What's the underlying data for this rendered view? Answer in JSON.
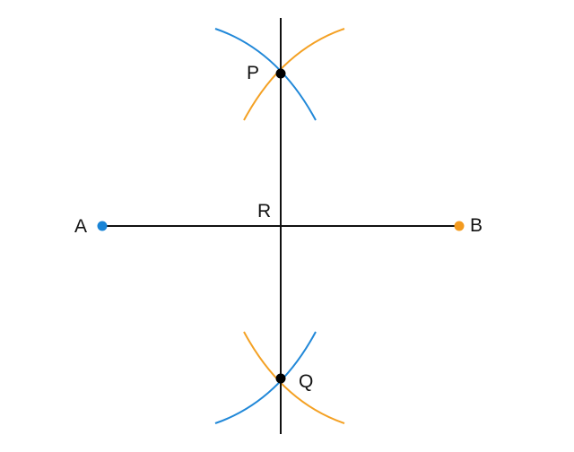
{
  "labels": {
    "a": "A",
    "b": "B",
    "p": "P",
    "q": "Q",
    "r": "R"
  },
  "colors": {
    "line": "#111111",
    "point_a": "#1a84d6",
    "point_b": "#f39a1e",
    "arc_from_a": "#2188d8",
    "arc_from_b": "#f4a124",
    "intersection": "#000000"
  }
}
